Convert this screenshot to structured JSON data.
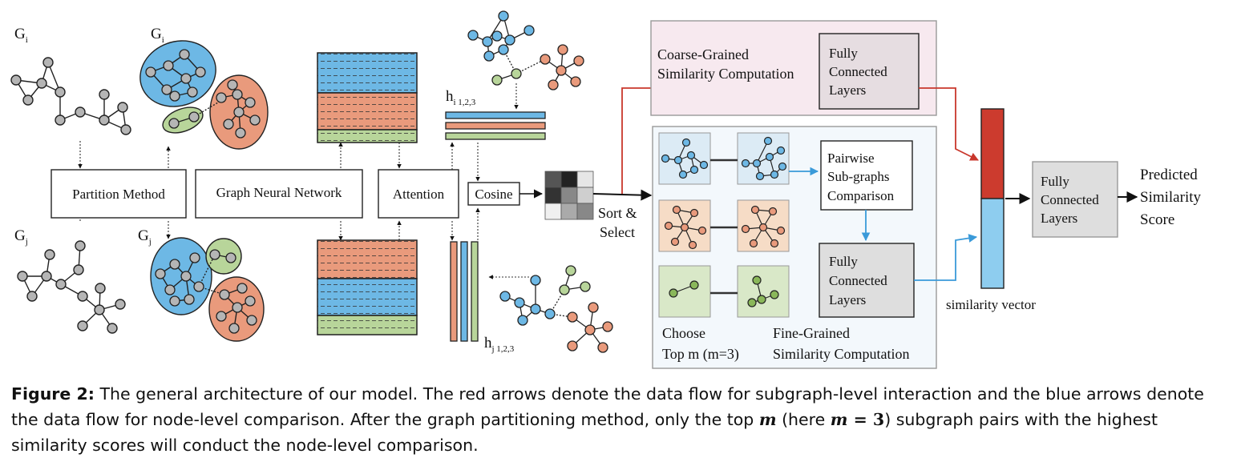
{
  "labels": {
    "gi_top": "G",
    "gi_sub": "i",
    "gi_mid": "G",
    "gi_mid_sub": "i",
    "gj_bot": "G",
    "gj_sub": "j",
    "gj_mid": "G",
    "gj_mid_sub": "j",
    "partition": "Partition Method",
    "gnn": "Graph Neural Network",
    "attention": "Attention",
    "cosine": "Cosine",
    "sort_select_1": "Sort &",
    "sort_select_2": "Select",
    "hi": "h",
    "hi_sub": "i 1,2,3",
    "hj": "h",
    "hj_sub": "j 1,2,3",
    "coarse_1": "Coarse-Grained",
    "coarse_2": "Similarity Computation",
    "fc_top_1": "Fully",
    "fc_top_2": "Connected",
    "fc_top_3": "Layers",
    "pairwise_1": "Pairwise",
    "pairwise_2": "Sub-graphs",
    "pairwise_3": "Comparison",
    "fc_mid_1": "Fully",
    "fc_mid_2": "Connected",
    "fc_mid_3": "Layers",
    "choose_1": "Choose",
    "choose_2": "Top m (m=3)",
    "fine_1": "Fine-Grained",
    "fine_2": "Similarity Computation",
    "sim_vector": "similarity vector",
    "fc_right_1": "Fully",
    "fc_right_2": "Connected",
    "fc_right_3": "Layers",
    "pred_1": "Predicted",
    "pred_2": "Similarity",
    "pred_3": "Score"
  },
  "caption": {
    "label": "Figure 2:",
    "p1": " The general architecture of our model. The red arrows denote the data flow for subgraph-level interaction and the blue arrows denote the data flow for node-level comparison. After the graph partitioning method, only the top ",
    "m1": "m",
    "p2": " (here ",
    "m2": "m",
    "eq": " = 3",
    "p3": ") subgraph pairs with the highest similarity scores will conduct the node-level comparison."
  },
  "colors": {
    "blue": "#6db8e5",
    "orange": "#e99a7c",
    "green": "#b8d59a",
    "gray_node": "#b5b5b5",
    "red_arrow": "#c9372c",
    "blue_arrow": "#3a9ad9",
    "coarse_bg": "#f7e9ef",
    "fine_bg": "#f3f8fc",
    "vec_red": "#cc3b2e",
    "vec_blue": "#8ecdef"
  }
}
